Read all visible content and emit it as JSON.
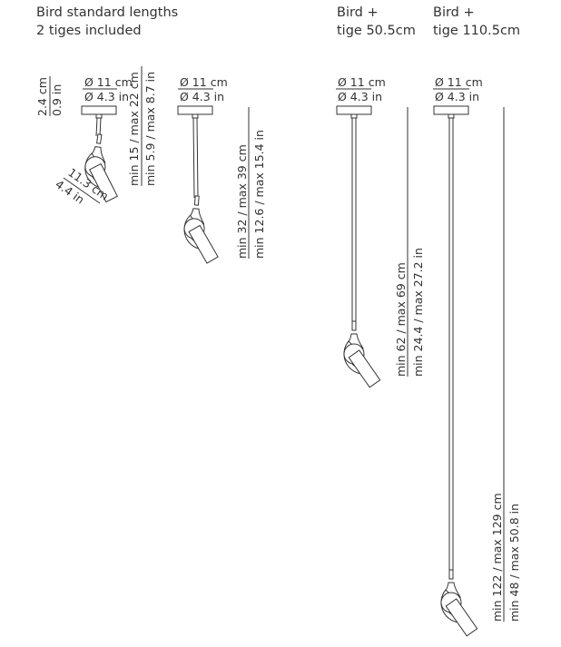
{
  "headers": {
    "standard_line1": "Bird standard lengths",
    "standard_line2": "2 tiges included",
    "tige50_line1": "Bird +",
    "tige50_line2": "tige 50.5cm",
    "tige110_line1": "Bird +",
    "tige110_line2": "tige 110.5cm"
  },
  "canopy": {
    "diameter_cm": "Ø 11 cm",
    "diameter_in": "Ø 4.3 in",
    "height_cm": "2.4 cm",
    "height_in": "0.9 in"
  },
  "head": {
    "length_cm": "11.3 cm",
    "length_in": "4.4 in"
  },
  "lamps": [
    {
      "cm": "min 15 / max 22 cm",
      "in": "min 5.9 / max 8.7 in"
    },
    {
      "cm": "min 32 / max 39 cm",
      "in": "min 12.6 / max 15.4 in"
    },
    {
      "cm": "min 62 / max 69 cm",
      "in": "min 24.4 / max 27.2 in"
    },
    {
      "cm": "min 122 / max 129 cm",
      "in": "min 48 / max 50.8 in"
    }
  ]
}
